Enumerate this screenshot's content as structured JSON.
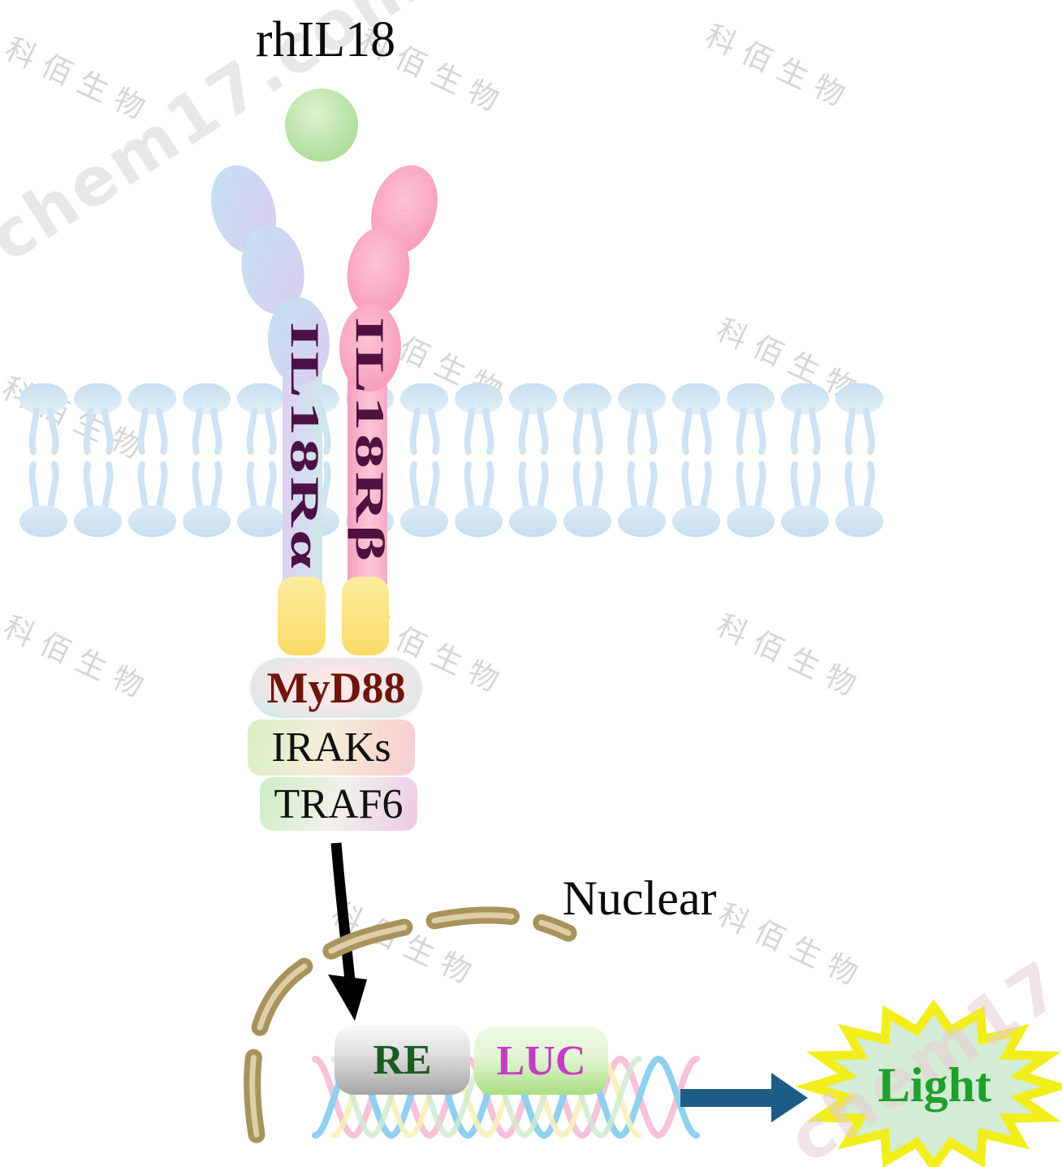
{
  "diagram": {
    "ligand_label": "rhIL18",
    "receptor_alpha_label": "IL18Rα",
    "receptor_beta_label": "IL18Rβ",
    "adapters": [
      {
        "label": "MyD88"
      },
      {
        "label": "IRAKs"
      },
      {
        "label": "TRAF6"
      }
    ],
    "nucleus_label": "Nuclear",
    "reporter": {
      "re_label": "RE",
      "luc_label": "LUC"
    },
    "output_label": "Light"
  },
  "watermarks": {
    "brand": "科佰生物",
    "domain": "chem17.com"
  },
  "colors": {
    "ligand_green": "#a6da92",
    "receptor_alpha_blue": "#c3e2f2",
    "receptor_alpha_purple": "#dcccf0",
    "receptor_beta_pink": "#f795b6",
    "membrane_blue": "#cbe1f2",
    "intracellular_yellow": "#fbdb66",
    "receptor_label_purple": "#4b1046",
    "myd88_text_red": "#6f150e",
    "nuclear_envelope_tan": "#a8935c",
    "re_text_green": "#1a5c20",
    "luc_text_magenta": "#c63bc6",
    "light_text_green": "#1f9f2d",
    "star_yellow": "#f2ee1c",
    "arrow_teal": "#1d5c86",
    "arrow_black": "#000000"
  }
}
